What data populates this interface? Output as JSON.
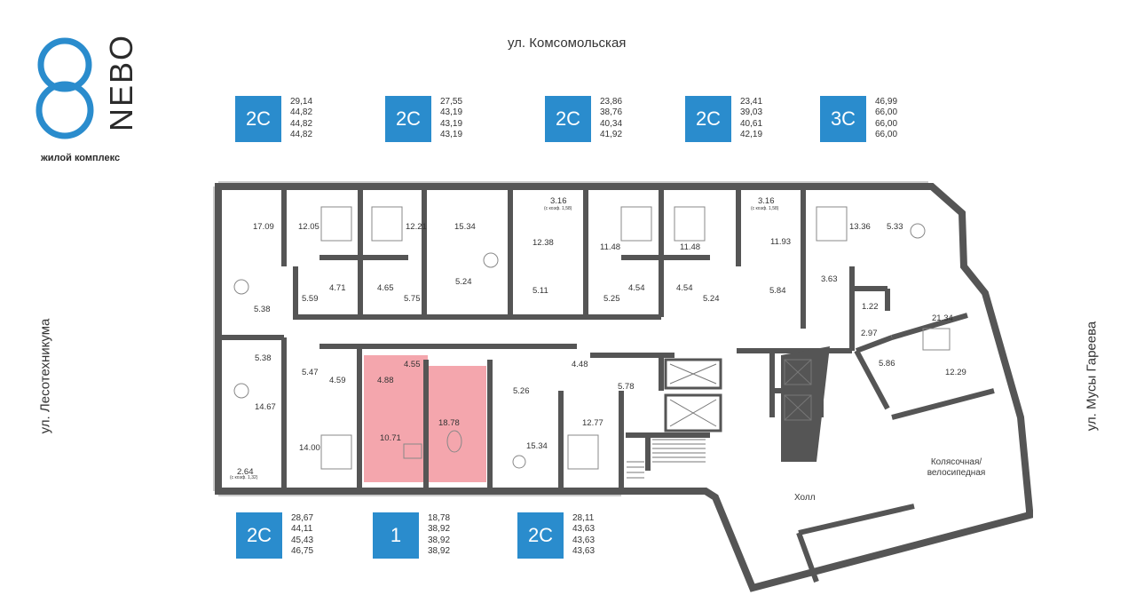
{
  "brand": {
    "digit": "8",
    "name": "NEBO",
    "tagline": "жилой комплекс"
  },
  "streets": {
    "top": "ул. Комсомольская",
    "left": "ул. Лесотехникума",
    "right": "ул. Мусы Гареева"
  },
  "colors": {
    "accent": "#2a8ccd",
    "highlight": "#f4a6ad",
    "wall": "#555555"
  },
  "top_units": [
    {
      "type": "2С",
      "areas": [
        "29,14",
        "44,82",
        "44,82",
        "44,82"
      ]
    },
    {
      "type": "2С",
      "areas": [
        "27,55",
        "43,19",
        "43,19",
        "43,19"
      ]
    },
    {
      "type": "2С",
      "areas": [
        "23,86",
        "38,76",
        "40,34",
        "41,92"
      ]
    },
    {
      "type": "2С",
      "areas": [
        "23,41",
        "39,03",
        "40,61",
        "42,19"
      ]
    },
    {
      "type": "3С",
      "areas": [
        "46,99",
        "66,00",
        "66,00",
        "66,00"
      ]
    }
  ],
  "bottom_units": [
    {
      "type": "2С",
      "areas": [
        "28,67",
        "44,11",
        "45,43",
        "46,75"
      ]
    },
    {
      "type": "1",
      "areas": [
        "18,78",
        "38,92",
        "38,92",
        "38,92"
      ]
    },
    {
      "type": "2С",
      "areas": [
        "28,11",
        "43,63",
        "43,63",
        "43,63"
      ]
    }
  ],
  "room_labels": {
    "r01": "17.09",
    "r02": "12.05",
    "r03": "12.21",
    "r04": "15.34",
    "r05": "3.16",
    "r06": "12.38",
    "r07": "11.48",
    "r08": "11.48",
    "r09": "3.16",
    "r10": "11.93",
    "r11": "13.36",
    "r12": "5.33",
    "r13": "5.38",
    "r14": "5.59",
    "r15": "4.71",
    "r16": "4.65",
    "r17": "5.75",
    "r18": "5.24",
    "r19": "5.11",
    "r20": "5.25",
    "r21": "4.54",
    "r22": "4.54",
    "r23": "5.24",
    "r24": "5.84",
    "r25": "3.63",
    "r26": "1.22",
    "r27": "21.34",
    "r28": "2.97",
    "r29": "5.86",
    "r30": "12.29",
    "r31": "5.38",
    "r32": "5.47",
    "r33": "4.59",
    "r34": "4.55",
    "r35": "4.88",
    "r36": "4.48",
    "r37": "5.26",
    "r38": "5.78",
    "r39": "14.67",
    "r40": "10.71",
    "r41": "18.78",
    "r42": "15.34",
    "r43": "12.77",
    "r44": "14.00",
    "r45": "2.64"
  },
  "balcony_notes": {
    "n1": "(с коэф. 1,58)",
    "n2": "(с коэф. 1,58)",
    "n3": "(с коэф. 1,32)"
  },
  "common_areas": {
    "stroller": "Колясочная/\nвелосипедная",
    "hall": "Холл"
  }
}
